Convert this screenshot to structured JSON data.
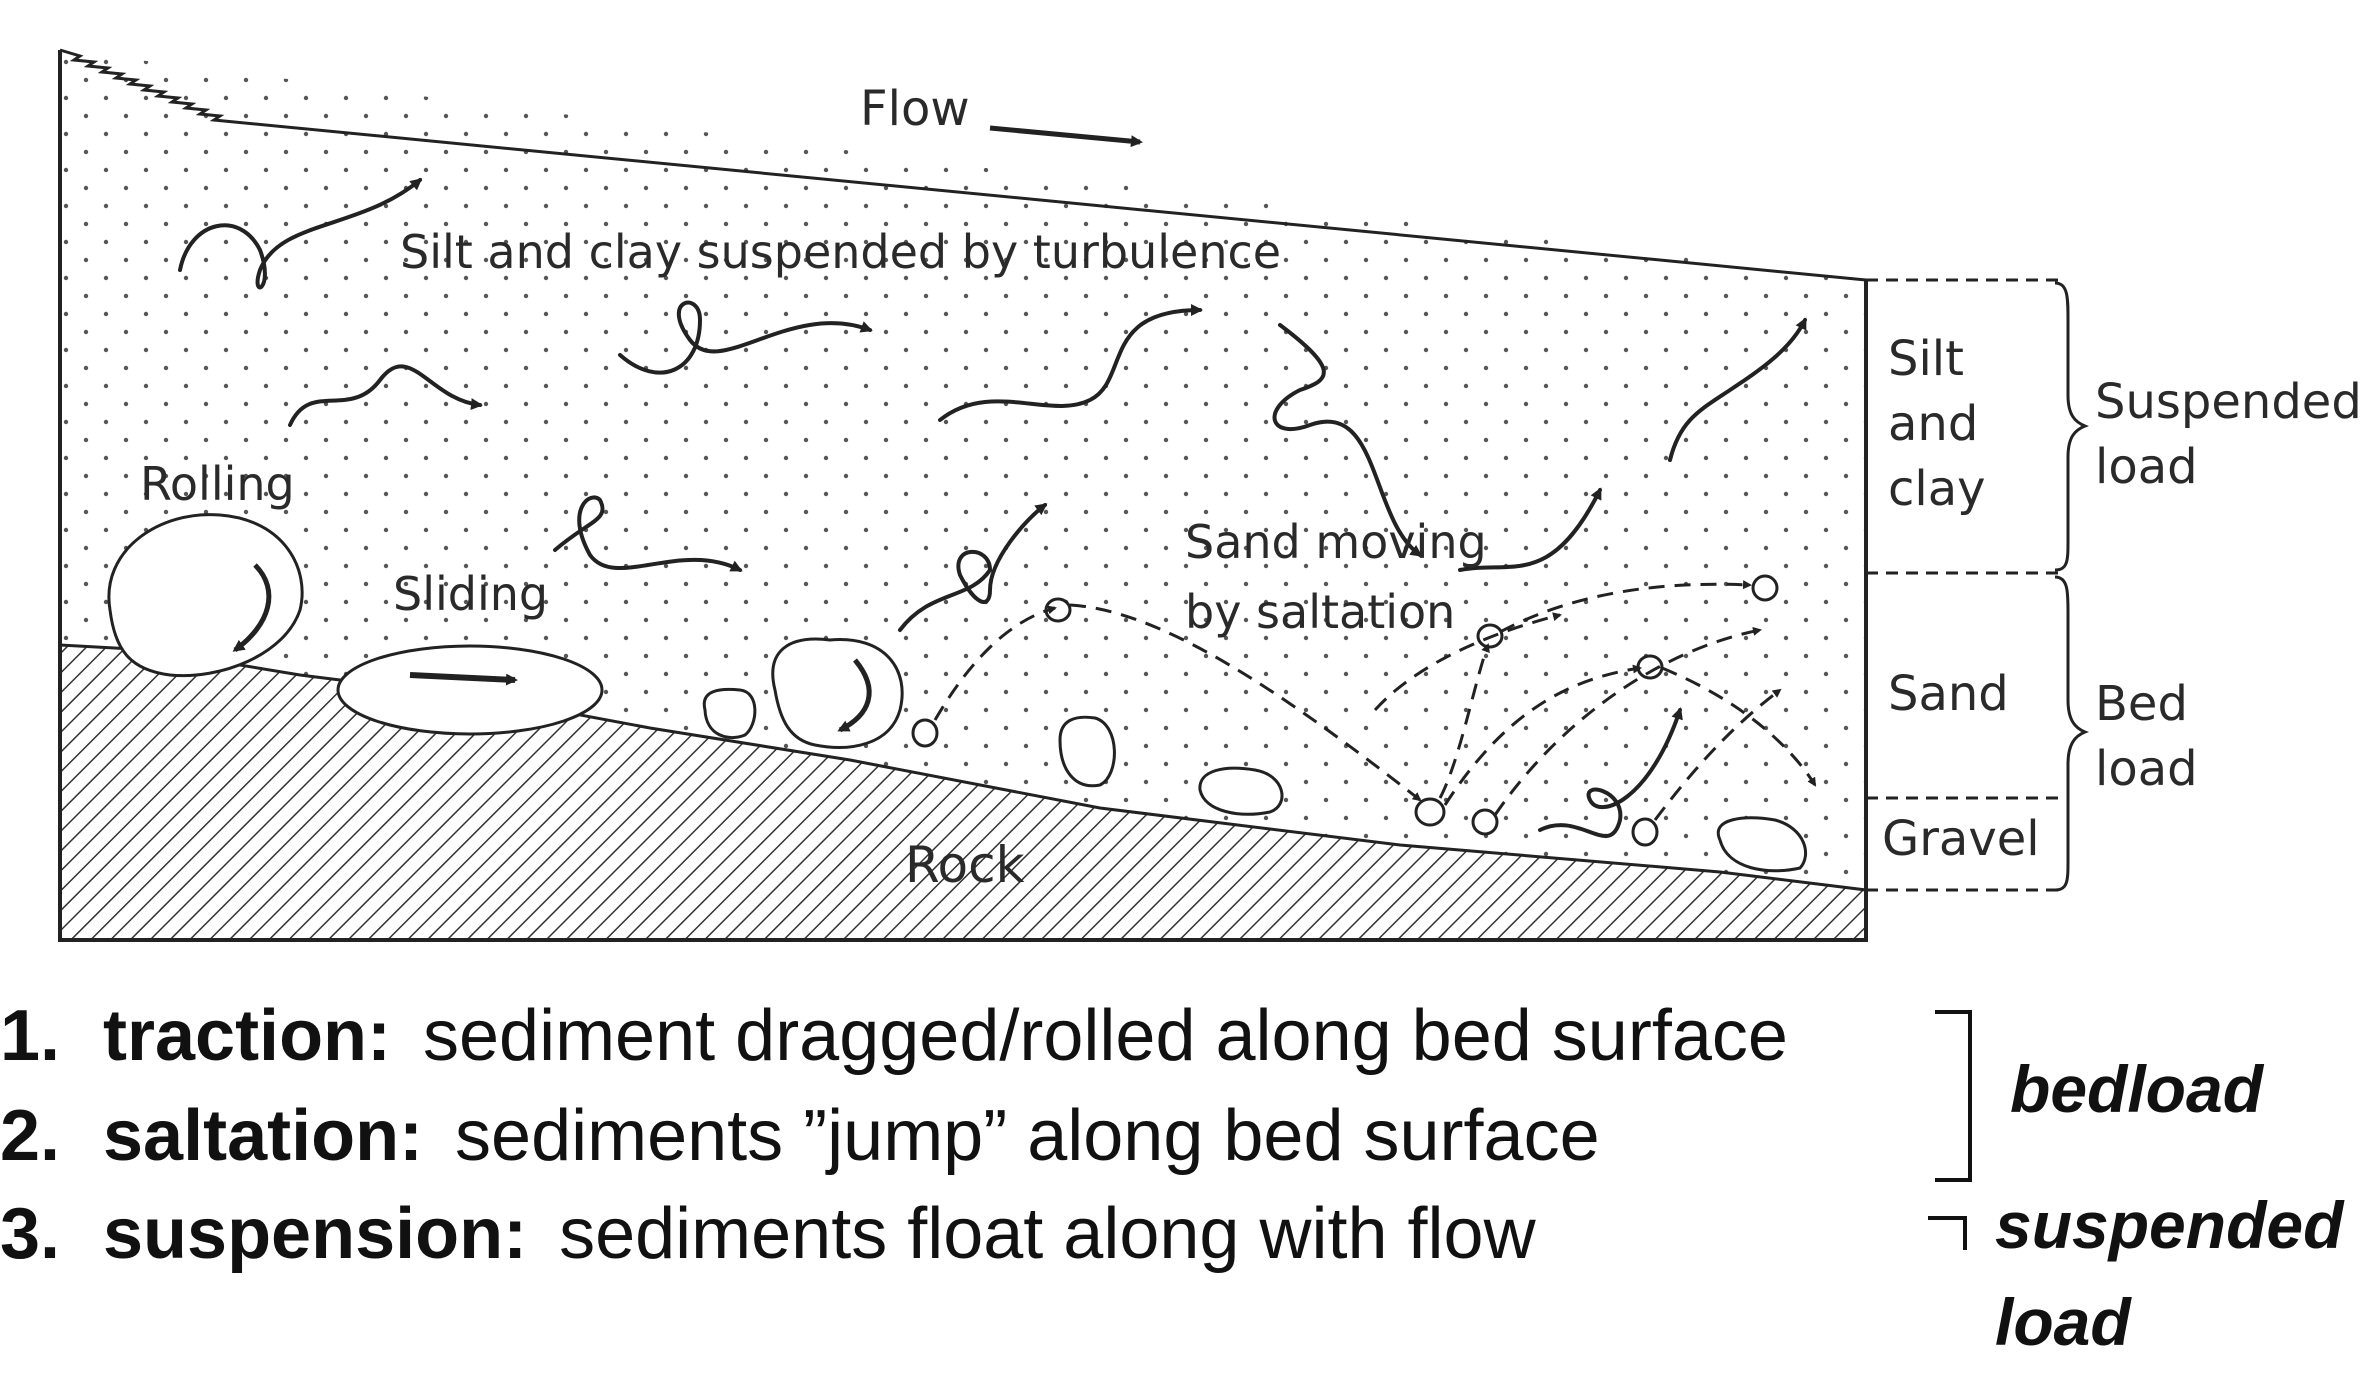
{
  "diagram": {
    "labels": {
      "flow": "Flow",
      "suspended_turbulence": "Silt and clay suspended by turbulence",
      "rolling": "Rolling",
      "sliding": "Sliding",
      "saltation_line1": "Sand moving",
      "saltation_line2": "by saltation",
      "rock": "Rock"
    },
    "layers": {
      "silt_clay": [
        "Silt",
        "and",
        "clay"
      ],
      "sand": "Sand",
      "gravel": "Gravel"
    },
    "load_groups": {
      "suspended": [
        "Suspended",
        "load"
      ],
      "bed": [
        "Bed",
        "load"
      ]
    }
  },
  "mechanisms": [
    {
      "number": "1.",
      "term": "traction:",
      "description": "sediment dragged/rolled along bed surface"
    },
    {
      "number": "2.",
      "term": "saltation:",
      "description": "sediments ”jump”  along bed surface"
    },
    {
      "number": "3.",
      "term": "suspension:",
      "description": "sediments float along with flow"
    }
  ],
  "groupings": {
    "bedload": "bedload",
    "suspended": [
      "suspended",
      "load"
    ]
  }
}
